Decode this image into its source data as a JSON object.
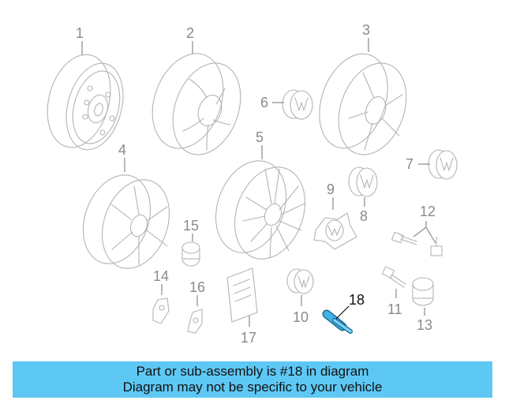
{
  "callouts": {
    "c1": "1",
    "c2": "2",
    "c3": "3",
    "c4": "4",
    "c5": "5",
    "c6": "6",
    "c7": "7",
    "c8": "8",
    "c9": "9",
    "c10": "10",
    "c11": "11",
    "c12": "12",
    "c13": "13",
    "c14": "14",
    "c15": "15",
    "c16": "16",
    "c17": "17",
    "c18": "18"
  },
  "highlight_part": "18",
  "colors": {
    "banner_bg": "#5ec8f5",
    "highlight_part": "#3fb4e8",
    "line_art": "#b4b4b4",
    "callout_text": "#8a8a8a"
  },
  "banner": {
    "line1": "Part or sub-assembly is #18 in diagram",
    "line2": "Diagram may not be specific to your vehicle"
  }
}
